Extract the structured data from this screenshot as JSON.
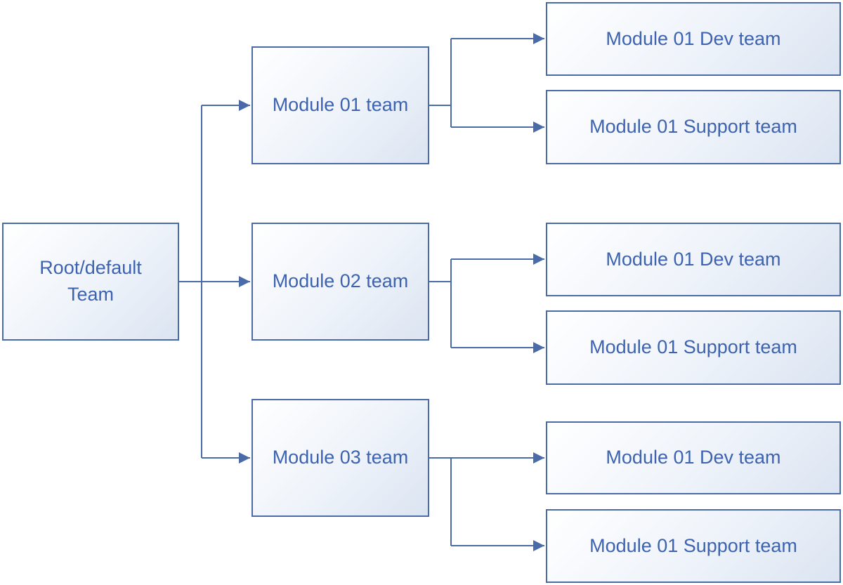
{
  "diagram": {
    "root": {
      "label": "Root/default\nTeam"
    },
    "modules": [
      {
        "label": "Module 01 team",
        "children": [
          {
            "label": "Module 01 Dev team"
          },
          {
            "label": "Module 01 Support team"
          }
        ]
      },
      {
        "label": "Module 02 team",
        "children": [
          {
            "label": "Module 01 Dev team"
          },
          {
            "label": "Module 01 Support team"
          }
        ]
      },
      {
        "label": "Module 03 team",
        "children": [
          {
            "label": "Module 01 Dev team"
          },
          {
            "label": "Module 01 Support team"
          }
        ]
      }
    ],
    "colors": {
      "line": "#4a6aa8",
      "text": "#3d63b0",
      "box_border": "#4a6aa8"
    }
  }
}
